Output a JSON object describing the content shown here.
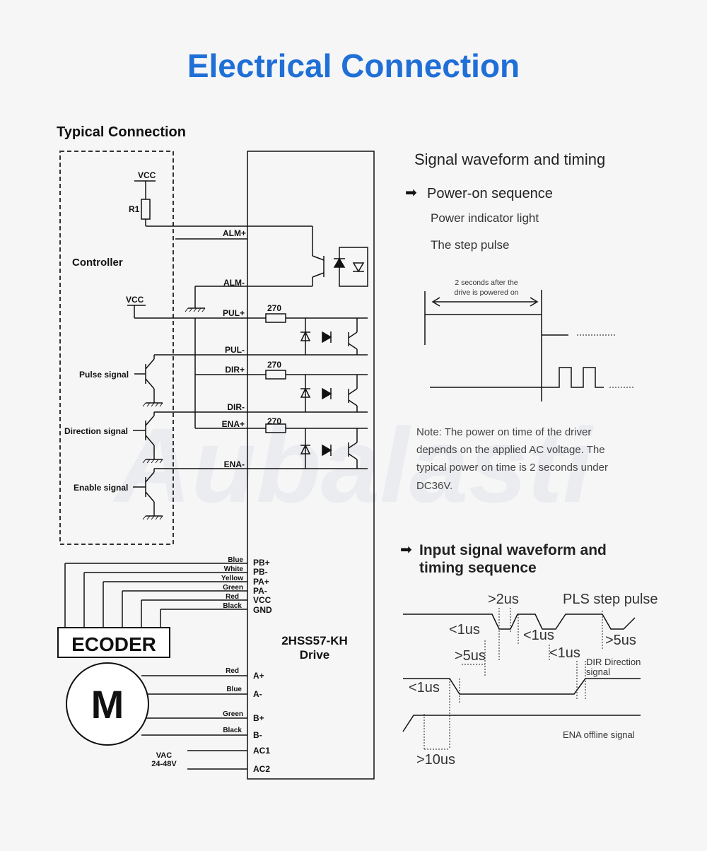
{
  "title": "Electrical Connection",
  "watermark": "Aubalasti",
  "colors": {
    "title": "#1f6fd6",
    "background": "#f6f6f7",
    "line": "#111111"
  },
  "connection": {
    "heading": "Typical Connection",
    "controller": {
      "label": "Controller",
      "vcc1": "VCC",
      "r1": "R1",
      "vcc2": "VCC",
      "pulse": "Pulse signal",
      "direction": "Direction signal",
      "enable": "Enable signal"
    },
    "pins": {
      "alm_plus": "ALM+",
      "alm_minus": "ALM-",
      "pul_plus": "PUL+",
      "pul_minus": "PUL-",
      "dir_plus": "DIR+",
      "dir_minus": "DIR-",
      "ena_plus": "ENA+",
      "ena_minus": "ENA-",
      "pb_plus": "PB+",
      "pb_minus": "PB-",
      "pa_plus": "PA+",
      "pa_minus": "PA-",
      "vcc": "VCC",
      "gnd": "GND",
      "a_plus": "A+",
      "a_minus": "A-",
      "b_plus": "B+",
      "b_minus": "B-",
      "ac1": "AC1",
      "ac2": "AC2"
    },
    "resistors": {
      "r_pul": "270",
      "r_dir": "270",
      "r_ena": "270"
    },
    "encoder": {
      "label": "ECODER",
      "wires": {
        "w1": "Blue",
        "w2": "White",
        "w3": "Yellow",
        "w4": "Green",
        "w5": "Red",
        "w6": "Black"
      }
    },
    "motor": {
      "label": "M",
      "wires": {
        "w1": "Red",
        "w2": "Blue",
        "w3": "Green",
        "w4": "Black"
      }
    },
    "power": {
      "vac": "VAC",
      "range": "24-48V"
    },
    "drive": {
      "model": "2HSS57-KH",
      "label": "Drive"
    }
  },
  "timing": {
    "heading": "Signal waveform and timing",
    "power_on": {
      "title": "Power-on sequence",
      "line1": "Power indicator light",
      "line2": "The step pulse",
      "ann1": "2 seconds after the",
      "ann2": "drive is powered on"
    },
    "note": {
      "l1": "Note: The power on time of the driver",
      "l2": "depends on the applied AC voltage. The",
      "l3": "typical power on time is 2 seconds under",
      "l4": "DC36V."
    },
    "input": {
      "title1": "Input signal waveform and",
      "title2": "timing sequence",
      "pls": "PLS step pulse",
      "dir1": "DIR Direction",
      "dir2": "signal",
      "ena": "ENA offline signal",
      "t_2us": ">2us",
      "t_1us_a": "<1us",
      "t_1us_b": "<1us",
      "t_5us_a": ">5us",
      "t_1us_c": "<1us",
      "t_5us_b": ">5us",
      "t_1us_d": "<1us",
      "t_10us": ">10us"
    }
  }
}
